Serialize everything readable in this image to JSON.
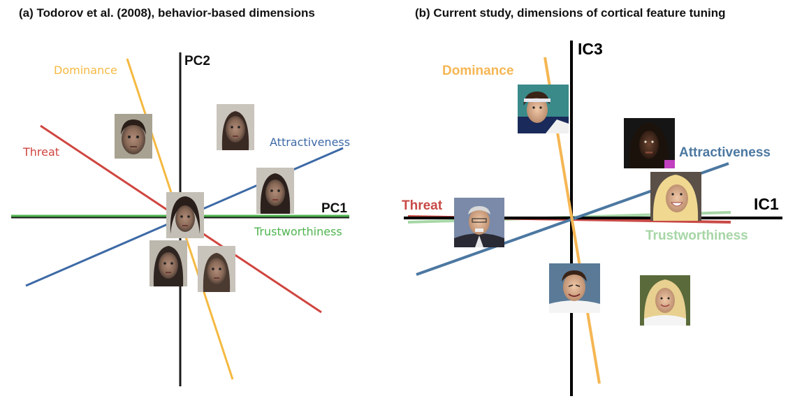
{
  "panel_a": {
    "title": "(a) Todorov et al. (2008), behavior-based dimensions",
    "axes": {
      "x_label": "PC1",
      "y_label": "PC2"
    },
    "dimensions": [
      {
        "name": "Dominance",
        "color": "#f5b941"
      },
      {
        "name": "Threat",
        "color": "#d0453f"
      },
      {
        "name": "Attractiveness",
        "color": "#3d6aa6"
      },
      {
        "name": "Trustworthiness",
        "color": "#4fb44f"
      }
    ]
  },
  "panel_b": {
    "title": "(b) Current study, dimensions of cortical feature tuning",
    "axes": {
      "x_label": "IC1",
      "y_label": "IC3"
    },
    "dimensions": [
      {
        "name": "Dominance",
        "color": "#f5b653"
      },
      {
        "name": "Threat",
        "color": "#c84a46"
      },
      {
        "name": "Attractiveness",
        "color": "#4c78a1"
      },
      {
        "name": "Trustworthiness",
        "color": "#a6d6a6"
      }
    ]
  }
}
